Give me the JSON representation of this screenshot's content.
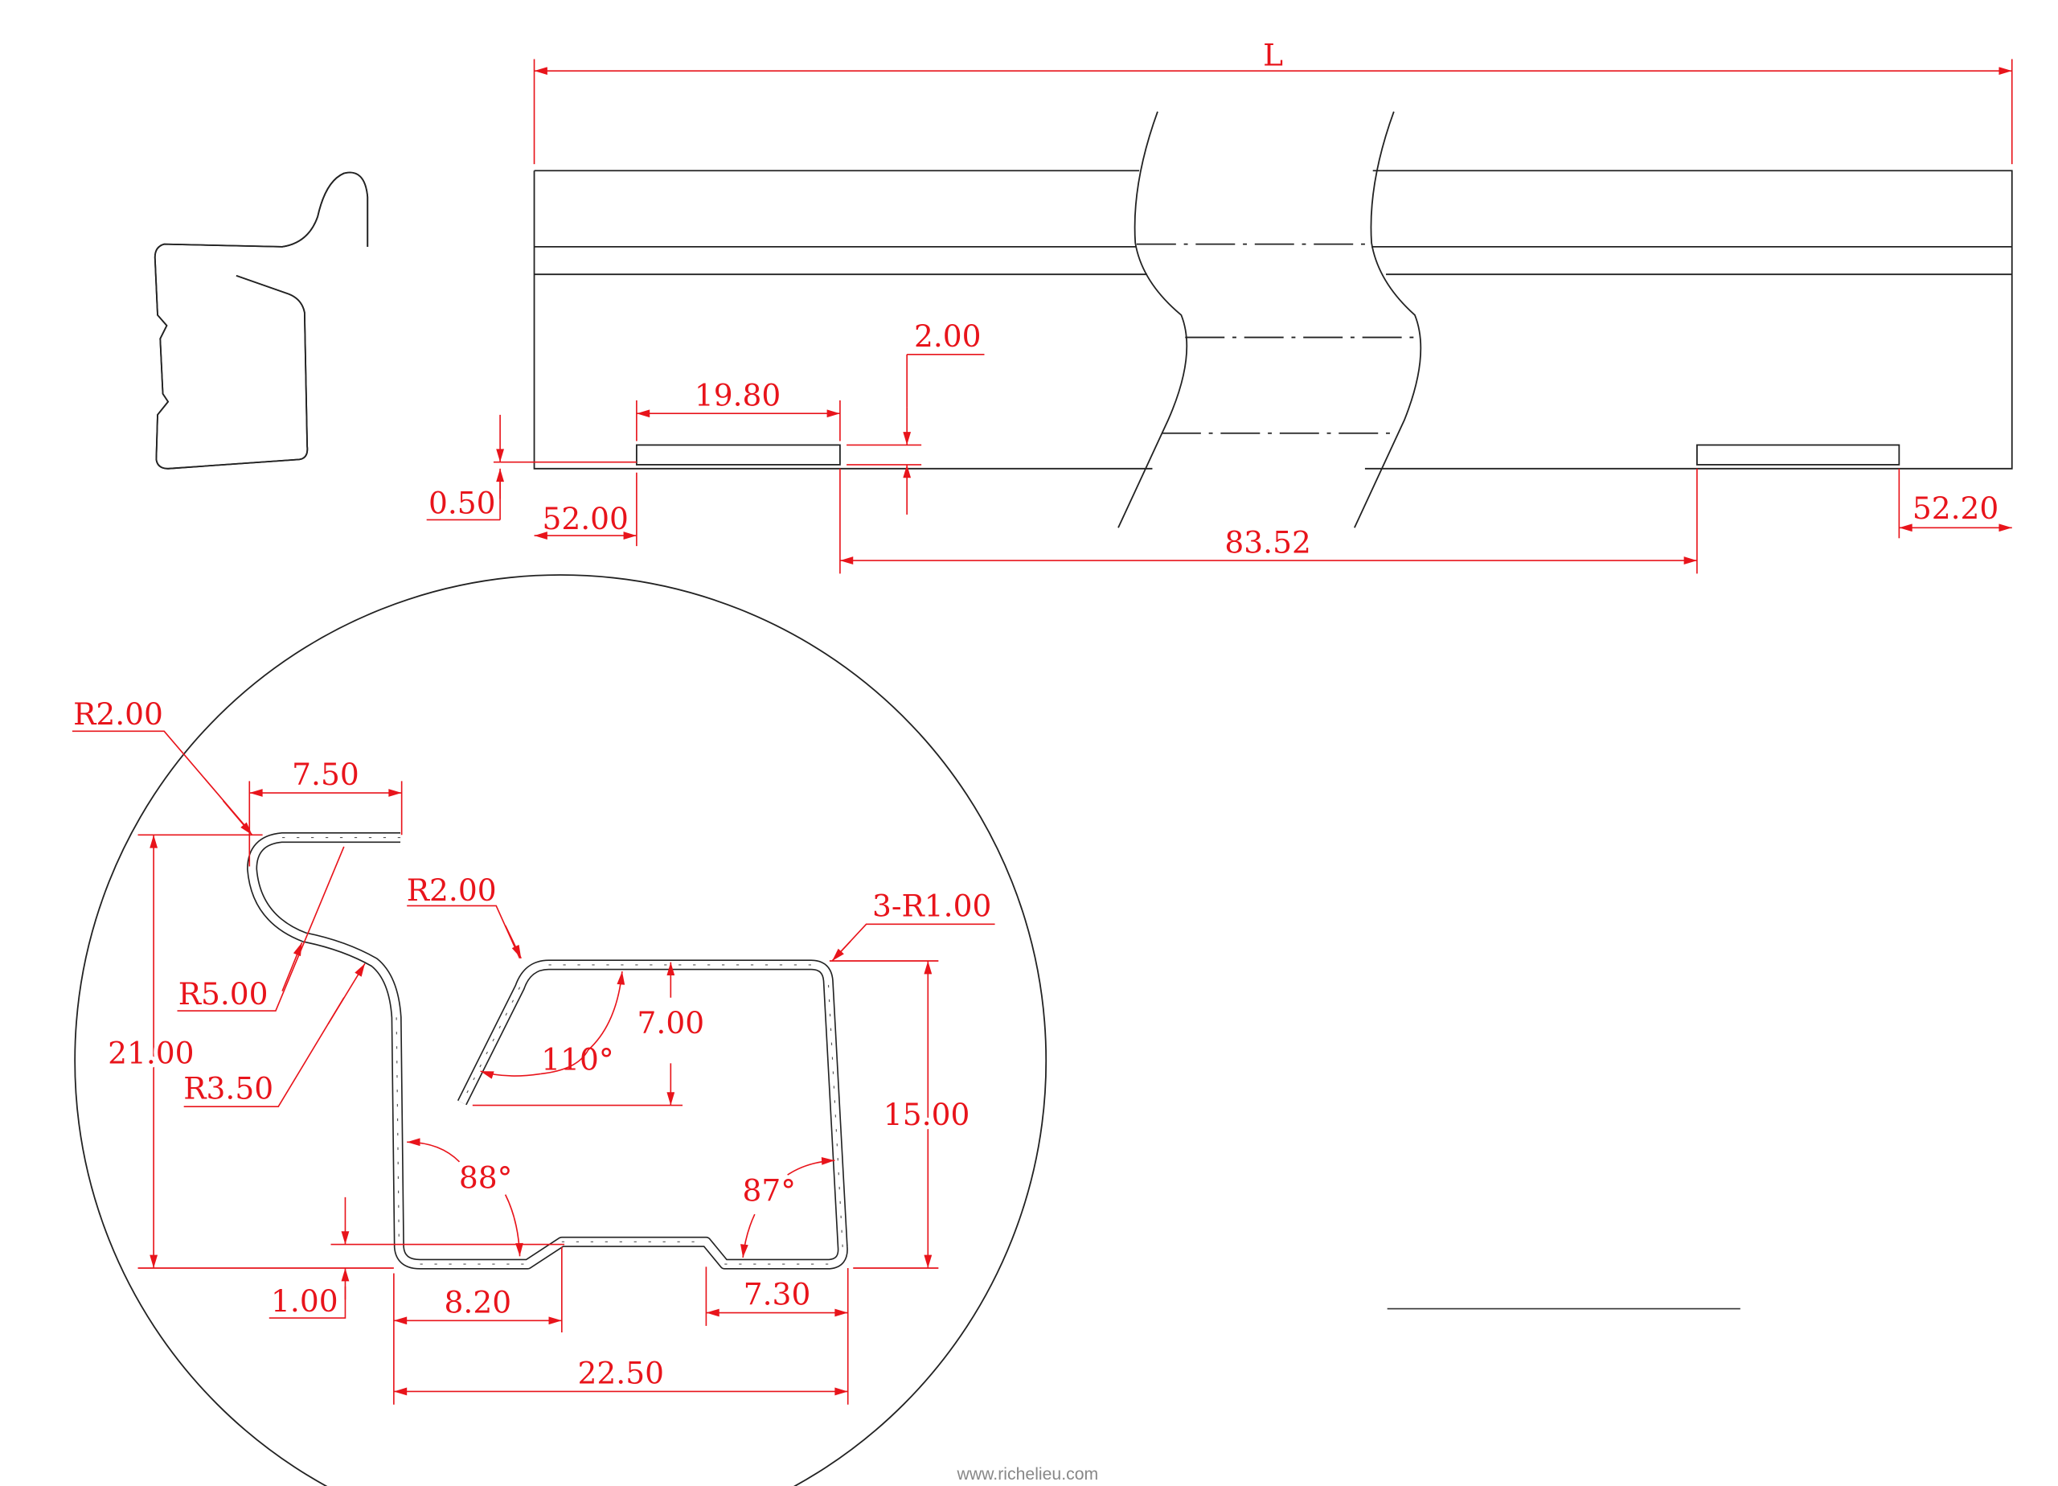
{
  "title": "Profile drawing",
  "colors": {
    "dimension": "#e8141b",
    "outline": "#222222",
    "watermark": "#888888"
  },
  "top_view": {
    "length_label": "L",
    "slot_width": "19.80",
    "slot_depth": "2.00",
    "edge_offset": "0.50",
    "left_margin": "52.00",
    "slot_spacing": "83.52",
    "right_margin": "52.20"
  },
  "detail_view": {
    "top_bend_radius": "R2.00",
    "flange_width": "7.50",
    "s_curve_radius": "R5.00",
    "inner_curve_radius": "R3.50",
    "total_height": "21.00",
    "lip_radius": "R2.00",
    "corner_radii": "3-R1.00",
    "lip_depth": "7.00",
    "lip_angle": "110°",
    "right_height": "15.00",
    "left_angle": "88°",
    "right_angle": "87°",
    "groove_depth": "1.00",
    "left_base": "8.20",
    "right_base": "7.30",
    "total_width": "22.50"
  },
  "watermark": "www.richelieu.com"
}
